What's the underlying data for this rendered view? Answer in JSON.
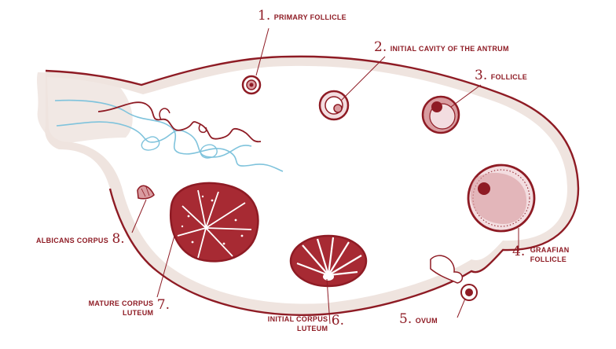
{
  "colors": {
    "maroon": "#8e1b24",
    "rose": "#d99ca0",
    "pale_rose": "#f3dde0",
    "beige": "#efe4df",
    "blue": "#7fc3dc"
  },
  "labels": {
    "primary_follicle": {
      "number": "1.",
      "text": "PRIMARY FOLLICLE"
    },
    "antrum_cavity": {
      "number": "2.",
      "text": "INITIAL CAVITY OF THE ANTRUM"
    },
    "follicle": {
      "number": "3.",
      "text": "FOLLICLE"
    },
    "graafian_follicle": {
      "number": "4.",
      "text_line1": "GRAAFIAN",
      "text_line2": "FOLLICLE"
    },
    "ovum": {
      "number": "5.",
      "text": "OVUM"
    },
    "initial_corpus_luteum": {
      "number": "6.",
      "text_line1": "INITIAL CORPUS",
      "text_line2": "LUTEUM"
    },
    "mature_corpus_luteum": {
      "number": "7.",
      "text_line1": "MATURE CORPUS",
      "text_line2": "LUTEUM"
    },
    "albicans_corpus": {
      "number": "8.",
      "text": "ALBICANS CORPUS"
    }
  }
}
